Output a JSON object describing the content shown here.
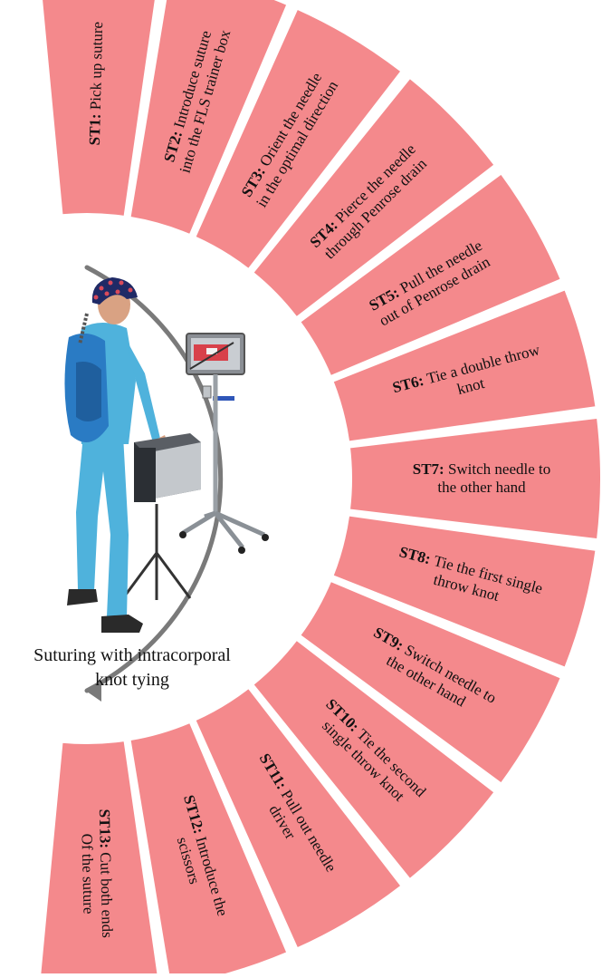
{
  "diagram": {
    "caption_line1": "Suturing with intracorporal",
    "caption_line2": "knot tying",
    "colors": {
      "segment_fill": "#f4898c",
      "segment_stroke": "#ffffff",
      "arc": "#7a7a7a",
      "skin": "#d9a283",
      "scrubs": "#4fb2dc",
      "backpack": "#2a7bc4",
      "cap": "#1f2a66"
    },
    "steps": [
      {
        "id": "ST1:",
        "lines": [
          "Pick up suture"
        ]
      },
      {
        "id": "ST2:",
        "lines": [
          "Introduce suture",
          "into the FLS trainer box"
        ]
      },
      {
        "id": "ST3:",
        "lines": [
          "Orient the needle",
          "in the optimal direction"
        ]
      },
      {
        "id": "ST4:",
        "lines": [
          "Pierce the needle",
          "through Penrose drain"
        ]
      },
      {
        "id": "ST5:",
        "lines": [
          "Pull the needle",
          "out of Penrose drain"
        ]
      },
      {
        "id": "ST6:",
        "lines": [
          "Tie a double throw",
          "knot"
        ]
      },
      {
        "id": "ST7:",
        "lines": [
          "Switch needle to",
          "the other hand"
        ]
      },
      {
        "id": "ST8:",
        "lines": [
          "Tie the first single",
          "throw knot"
        ]
      },
      {
        "id": "ST9:",
        "lines": [
          "Switch needle to",
          "the other hand"
        ]
      },
      {
        "id": "ST10:",
        "lines": [
          "Tie the second",
          "single throw knot"
        ]
      },
      {
        "id": "ST11:",
        "lines": [
          "Pull out needle",
          "driver"
        ]
      },
      {
        "id": "ST12:",
        "lines": [
          "Introduce the",
          "scissors"
        ]
      },
      {
        "id": "ST13:",
        "lines": [
          "Cut both ends",
          "Of the suture"
        ]
      }
    ]
  }
}
